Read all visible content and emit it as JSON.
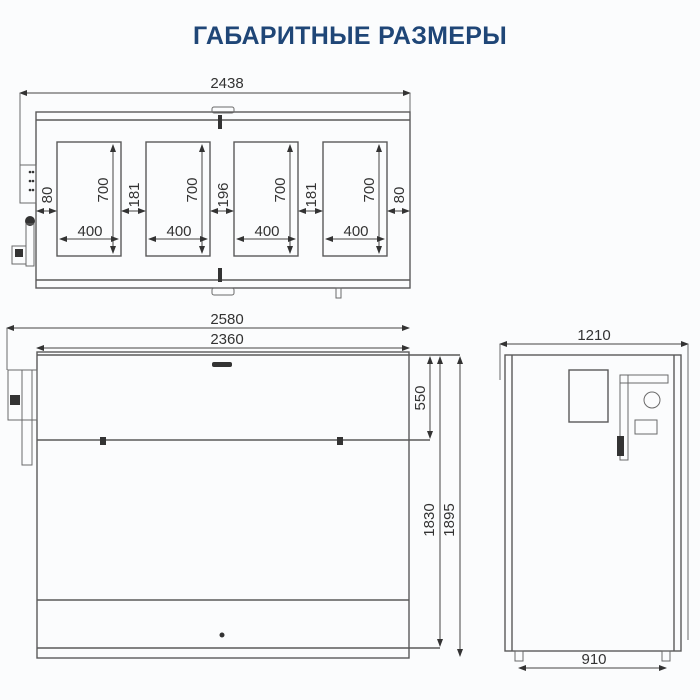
{
  "title": "ГАБАРИТНЫЕ РАЗМЕРЫ",
  "colors": {
    "title": "#1f4677",
    "lines": "#5a5a5a",
    "background": "#fbfcfd"
  },
  "top_view": {
    "overall_width": "2438",
    "edge_gap_left": "80",
    "edge_gap_right": "80",
    "gaps": [
      "181",
      "196",
      "181"
    ],
    "openings": [
      {
        "width": "400",
        "height": "700"
      },
      {
        "width": "400",
        "height": "700"
      },
      {
        "width": "400",
        "height": "700"
      },
      {
        "width": "400",
        "height": "700"
      }
    ]
  },
  "front_view": {
    "overall_width": "2580",
    "body_width": "2360",
    "lid_height": "550",
    "body_height": "1830",
    "overall_height": "1895"
  },
  "side_view": {
    "overall_width": "1210",
    "leg_spacing": "910"
  }
}
